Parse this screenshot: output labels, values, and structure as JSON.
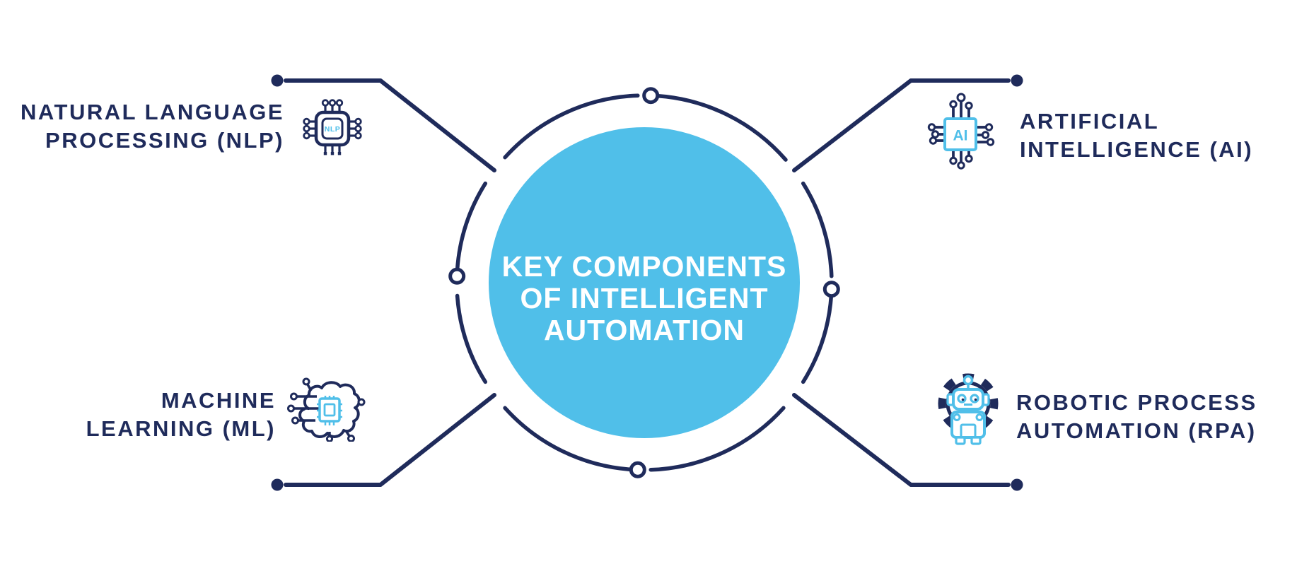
{
  "colors": {
    "navy": "#1F2B5B",
    "light_blue": "#50BFE9",
    "background": "#FFFFFF",
    "hub_text": "#FFFFFF"
  },
  "hub": {
    "title_line1": "KEY COMPONENTS",
    "title_line2": "OF INTELLIGENT",
    "title_line3": "AUTOMATION"
  },
  "components": {
    "nlp": {
      "line1": "NATURAL LANGUAGE",
      "line2": "PROCESSING (NLP)",
      "icon": "nlp-chip-icon",
      "chip_label": "NLP"
    },
    "ai": {
      "line1": "ARTIFICIAL",
      "line2": "INTELLIGENCE (AI)",
      "icon": "ai-chip-icon",
      "chip_label": "AI"
    },
    "ml": {
      "line1": "MACHINE",
      "line2": "LEARNING (ML)",
      "icon": "ml-brain-chip-icon"
    },
    "rpa": {
      "line1": "ROBOTIC PROCESS",
      "line2": "AUTOMATION (RPA)",
      "icon": "rpa-gear-robot-icon"
    }
  }
}
